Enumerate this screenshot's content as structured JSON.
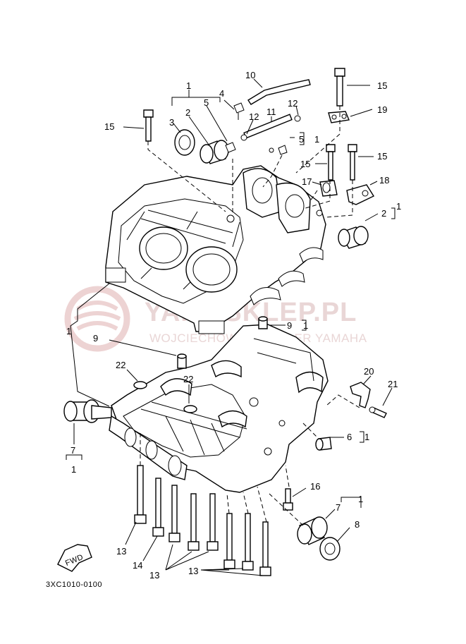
{
  "watermark": {
    "title": "YAMASKLEP.PL",
    "subtitle": "WOJCIECHOWSKI DEALER YAMAHA"
  },
  "part_code": "3XC1010-0100",
  "fwd_label": "FWD",
  "callouts": {
    "c1_top": "1",
    "c2": "2",
    "c3": "3",
    "c4": "4",
    "c5_left": "5",
    "c10": "10",
    "c11": "11",
    "c12_left": "12",
    "c12_right": "12",
    "c5_right": "5",
    "c1_b5": "1",
    "c15_top": "15",
    "c19": "19",
    "c15_left": "15",
    "c15_mid": "15",
    "c15_right": "15",
    "c17": "17",
    "c18": "18",
    "c2_right": "2",
    "c1_b2": "1",
    "c1_left": "1",
    "c9_left": "9",
    "c9_right": "9",
    "c1_b9": "1",
    "c22_left": "22",
    "c22_mid": "22",
    "c20": "20",
    "c21": "21",
    "c6": "6",
    "c1_b6": "1",
    "c7_left": "7",
    "c1_b7l": "1",
    "c16": "16",
    "c1_b7r": "1",
    "c7_right": "7",
    "c8": "8",
    "c13_left": "13",
    "c14": "14",
    "c13_mid": "13",
    "c13_right": "13"
  }
}
